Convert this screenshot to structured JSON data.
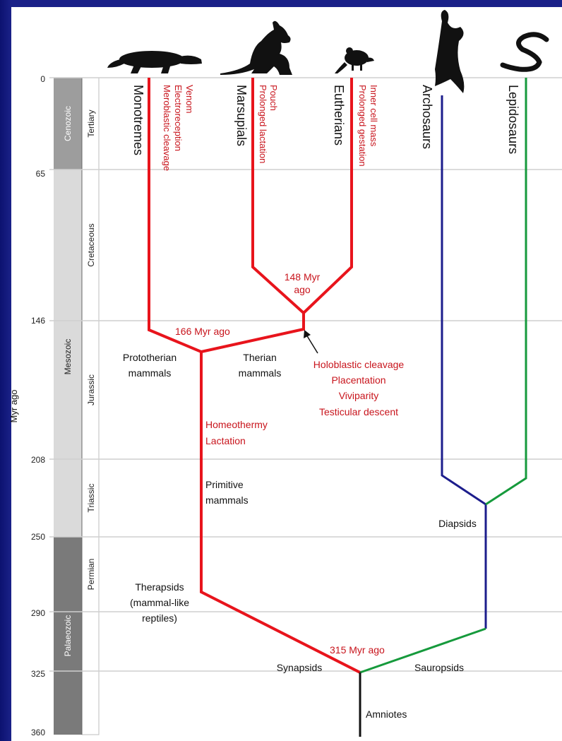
{
  "y_axis": {
    "label": "Myr ago",
    "ticks": [
      "0",
      "65",
      "146",
      "208",
      "250",
      "290",
      "325",
      "360"
    ]
  },
  "eras": [
    "Cenozoic",
    "Mesozoic",
    "Palaeozoic"
  ],
  "periods": [
    "Tertiary",
    "Cretaceous",
    "Jurassic",
    "Triassic",
    "Permian"
  ],
  "taxa": {
    "monotremes": "Monotremes",
    "marsupials": "Marsupials",
    "eutherians": "Eutherians",
    "archosaurs": "Archosaurs",
    "lepidosaurs": "Lepidosaurs"
  },
  "traits": {
    "monotremes": [
      "Venom",
      "Electroreception",
      "Meroblastic cleavage"
    ],
    "marsupials": [
      "Pouch",
      "Prolonged lactation"
    ],
    "eutherians": [
      "Inner cell mass",
      "Prolonged gestation"
    ],
    "therian": [
      "Holoblastic cleavage",
      "Placentation",
      "Viviparity",
      "Testicular descent"
    ],
    "mammal": [
      "Homeothermy",
      "Lactation"
    ]
  },
  "nodes": {
    "therian_split": [
      "148 Myr",
      "ago"
    ],
    "mammal_split": "166 Myr ago",
    "amniote_split": "315 Myr ago"
  },
  "groups": {
    "prototherian": [
      "Prototherian",
      "mammals"
    ],
    "therian": [
      "Therian",
      "mammals"
    ],
    "primitive": [
      "Primitive",
      "mammals"
    ],
    "therapsids": [
      "Therapsids",
      "(mammal-like",
      "reptiles)"
    ],
    "diapsids": "Diapsids",
    "synapsids": "Synapsids",
    "sauropsids": "Sauropsids",
    "amniotes": "Amniotes"
  },
  "colors": {
    "mammal_lineage": "#e8141c",
    "archosaur_lineage": "#1c1d8c",
    "lepidosaur_lineage": "#169a3c",
    "amniote_stem": "#111111",
    "cenozoic_fill": "#9d9d9d",
    "mesozoic_fill": "#dadada",
    "palaeozoic_fill": "#7a7a7a",
    "slide_background": "#1a2188"
  },
  "silhouettes": [
    "platypus-icon",
    "kangaroo-icon",
    "mouse-icon",
    "bird-icon",
    "snake-icon"
  ]
}
